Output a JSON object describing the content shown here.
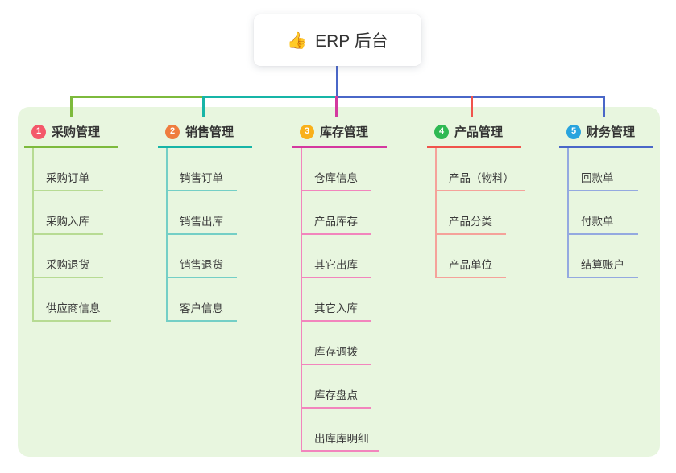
{
  "root": {
    "icon": "👍",
    "label": "ERP 后台"
  },
  "colors": {
    "page_bg": "#ffffff",
    "panel_bg": "#e8f6df",
    "root_node_bg": "#ffffff",
    "root_text": "#333333",
    "root_connector": "#4a67c8"
  },
  "branches": [
    {
      "number": "1",
      "label": "采购管理",
      "badge_color": "#f4586a",
      "line_color": "#7dba3c",
      "child_line_color": "#b7db93",
      "children": [
        "采购订单",
        "采购入库",
        "采购退货",
        "供应商信息"
      ]
    },
    {
      "number": "2",
      "label": "销售管理",
      "badge_color": "#ef7d3f",
      "line_color": "#17b5a7",
      "child_line_color": "#74cfc6",
      "children": [
        "销售订单",
        "销售出库",
        "销售退货",
        "客户信息"
      ]
    },
    {
      "number": "3",
      "label": "库存管理",
      "badge_color": "#f9b019",
      "line_color": "#d4399f",
      "child_line_color": "#f285bd",
      "children": [
        "仓库信息",
        "产品库存",
        "其它出库",
        "其它入库",
        "库存调拨",
        "库存盘点",
        "出库库明细"
      ]
    },
    {
      "number": "4",
      "label": "产品管理",
      "badge_color": "#2fb953",
      "line_color": "#f0544c",
      "child_line_color": "#f5a29a",
      "children": [
        "产品（物料）",
        "产品分类",
        "产品单位"
      ]
    },
    {
      "number": "5",
      "label": "财务管理",
      "badge_color": "#28a4de",
      "line_color": "#4a67c8",
      "child_line_color": "#94a9e0",
      "children": [
        "回款单",
        "付款单",
        "结算账户"
      ]
    }
  ]
}
